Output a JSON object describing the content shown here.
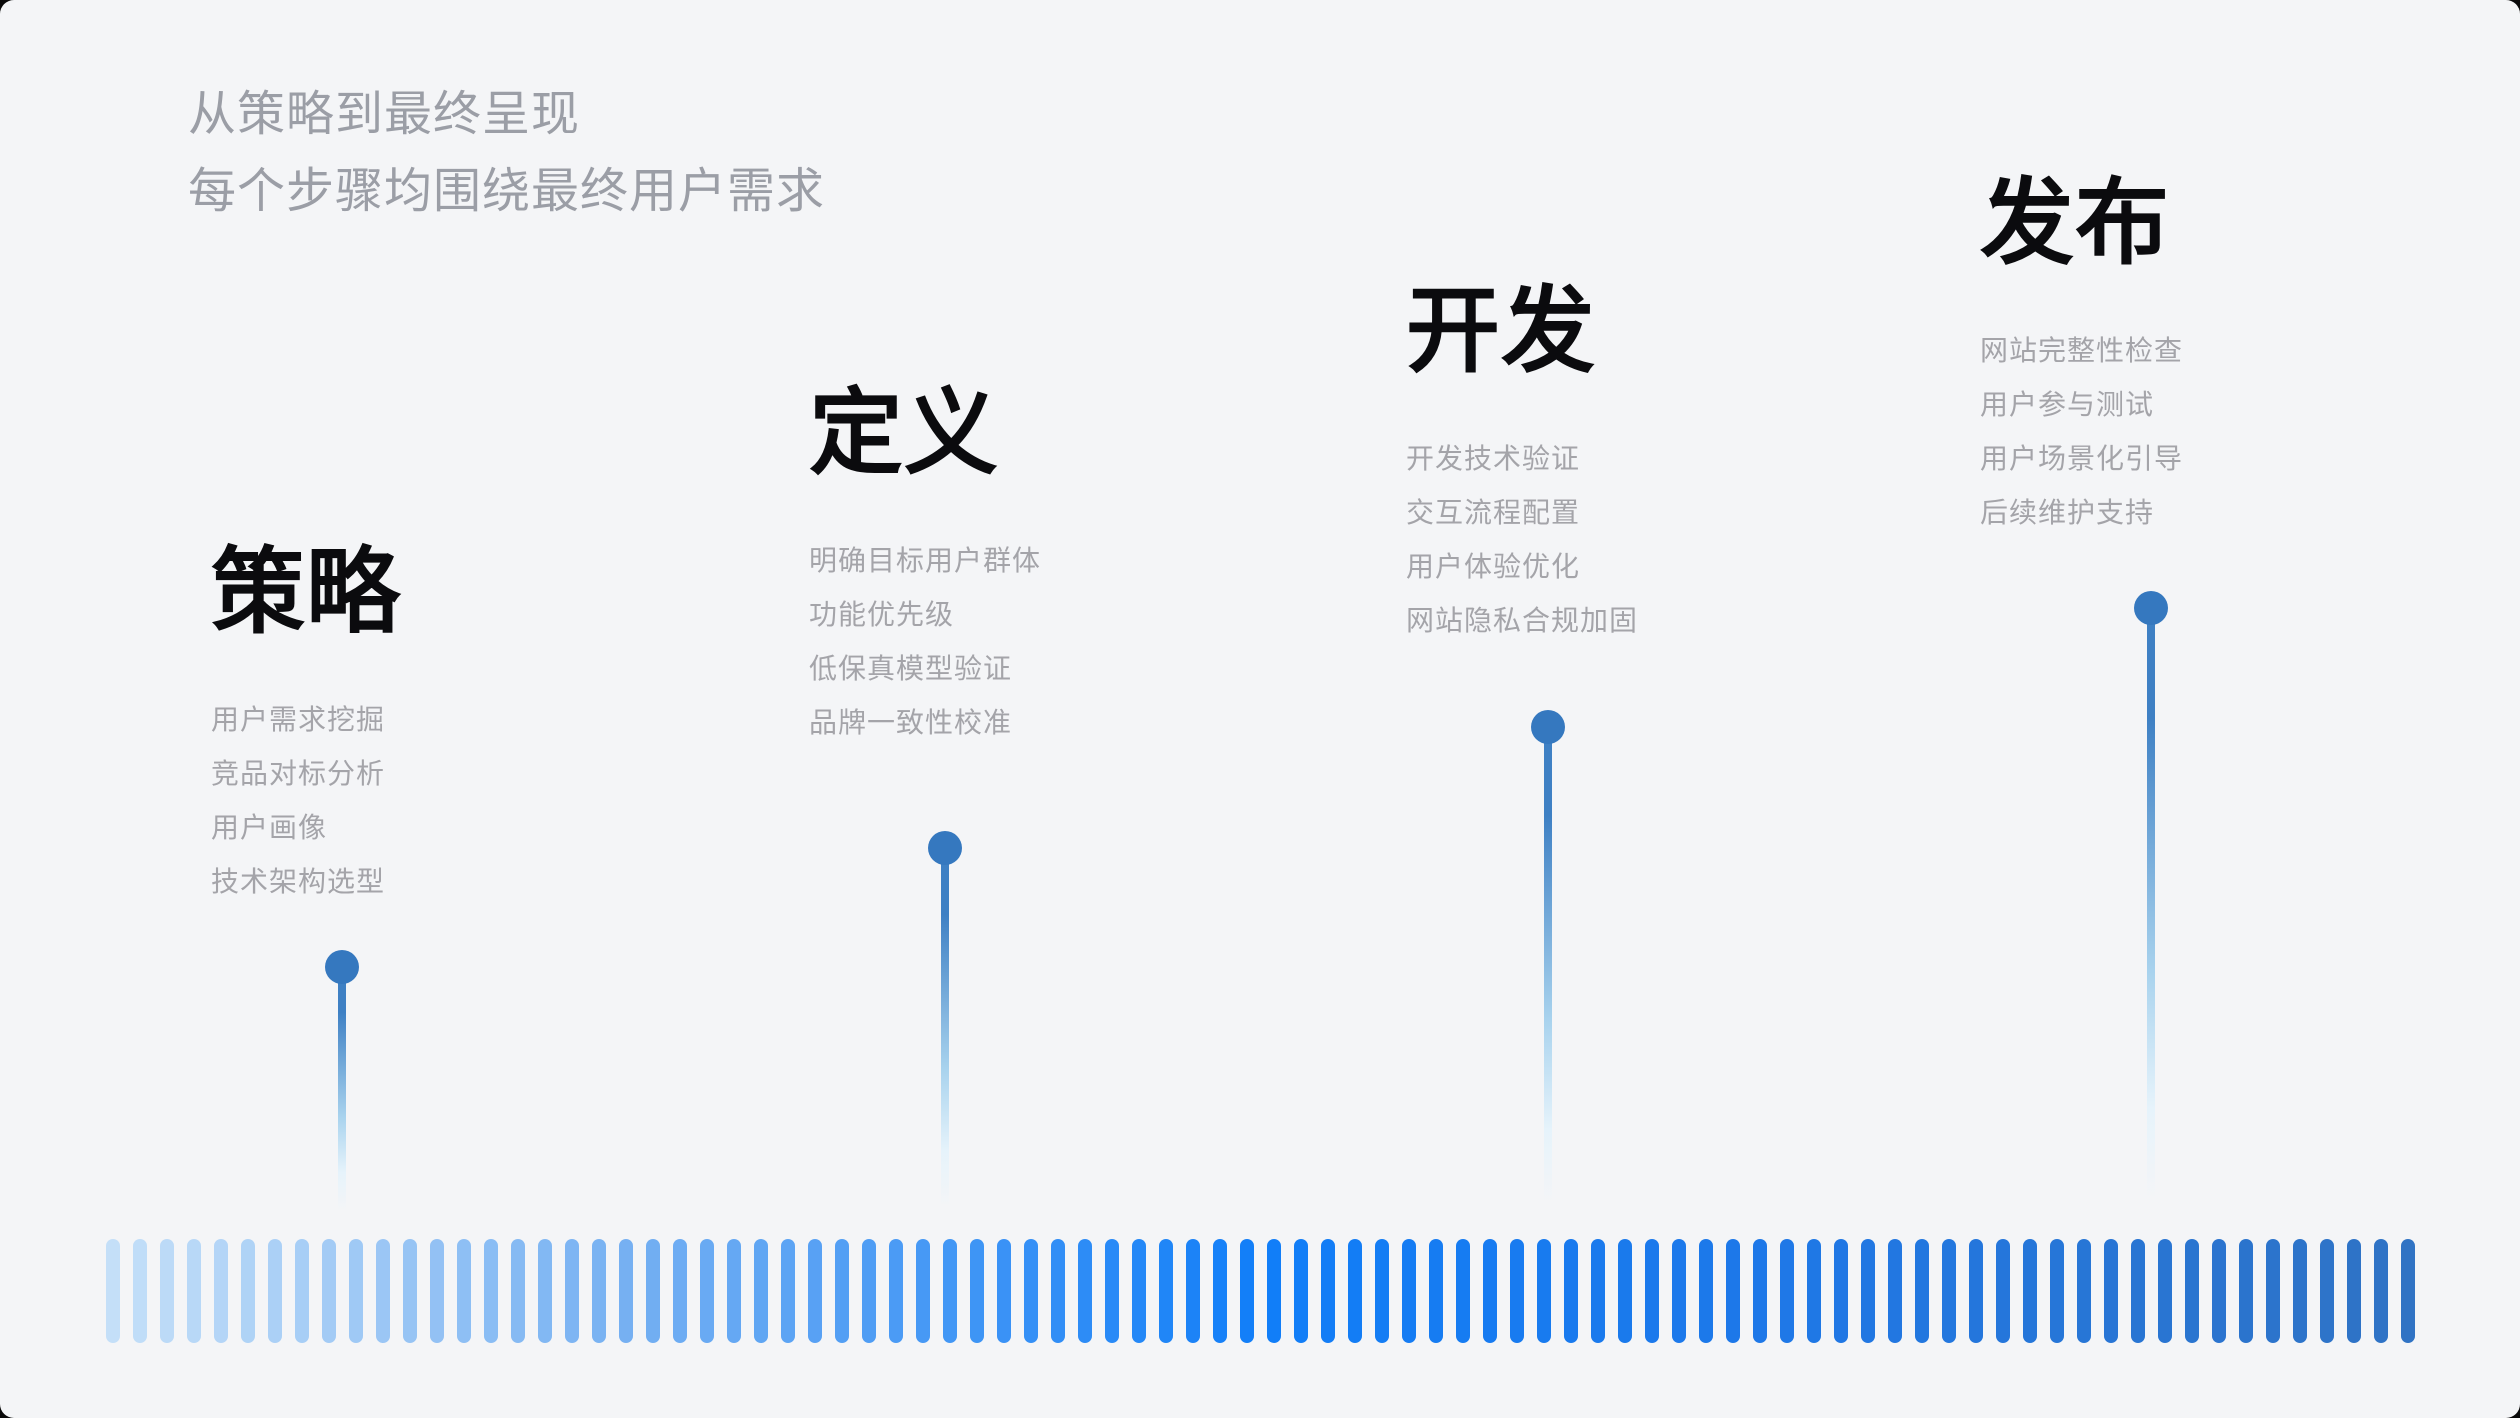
{
  "header": {
    "subtitle_line1": "从策略到最终呈现",
    "subtitle_line2": "每个步骤均围绕最终用户需求"
  },
  "stages": [
    {
      "title": "策略",
      "items": [
        "用户需求挖掘",
        "竞品对标分析",
        "用户画像",
        "技术架构选型"
      ]
    },
    {
      "title": "定义",
      "items": [
        "明确目标用户群体",
        "功能优先级",
        "低保真模型验证",
        "品牌一致性校准"
      ]
    },
    {
      "title": "开发",
      "items": [
        "开发技术验证",
        "交互流程配置",
        "用户体验优化",
        "网站隐私合规加固"
      ]
    },
    {
      "title": "发布",
      "items": [
        "网站完整性检查",
        "用户参与测试",
        "用户场景化引导",
        "后续维护支持"
      ]
    }
  ],
  "colors": {
    "background": "#f4f5f7",
    "heading": "#0b0b0e",
    "subtitle_text": "#9b9ea6",
    "item_text": "#a4a4a9",
    "dot": "#3578bf",
    "stem_top": "#3e80c4",
    "stem_mid": "#a9d3ee",
    "stem_fade": "#e6f3fb"
  },
  "timeline_bar": {
    "segment_count": 86,
    "gradient_stops": [
      {
        "t": 0.0,
        "color": "#c4dff8"
      },
      {
        "t": 0.22,
        "color": "#77b1f2"
      },
      {
        "t": 0.5,
        "color": "#117ef8"
      },
      {
        "t": 0.72,
        "color": "#1e78e8"
      },
      {
        "t": 1.0,
        "color": "#3073c4"
      }
    ]
  }
}
